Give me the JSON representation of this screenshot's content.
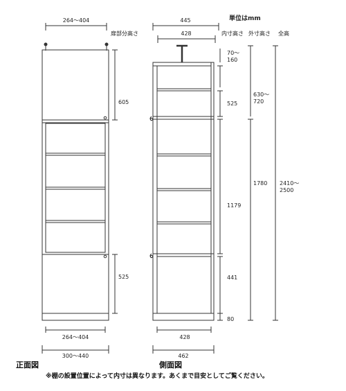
{
  "unit_label": "単位はmm",
  "headers": {
    "door_height": "扉部分高さ",
    "inner_height": "内寸高さ",
    "outer_height": "外寸高さ",
    "total_height": "全高"
  },
  "front": {
    "top_width": "264～404",
    "door_top_height": "605",
    "door_bottom_height": "525",
    "inner_width": "264～404",
    "outer_width": "300～440",
    "caption": "正面図"
  },
  "side": {
    "top_depth": "445",
    "inner_depth_top": "428",
    "inner_depth_bottom": "428",
    "outer_depth": "462",
    "caption": "側面図",
    "inner_heights": [
      "70～160",
      "525",
      "1179",
      "441",
      "80"
    ],
    "outer_top_height": "630～720",
    "outer_lower_height": "1780",
    "total_height": "2410～2500"
  },
  "footnote": "※棚の設置位置によって内寸は異なります。あくまで目安としてご覧ください。"
}
